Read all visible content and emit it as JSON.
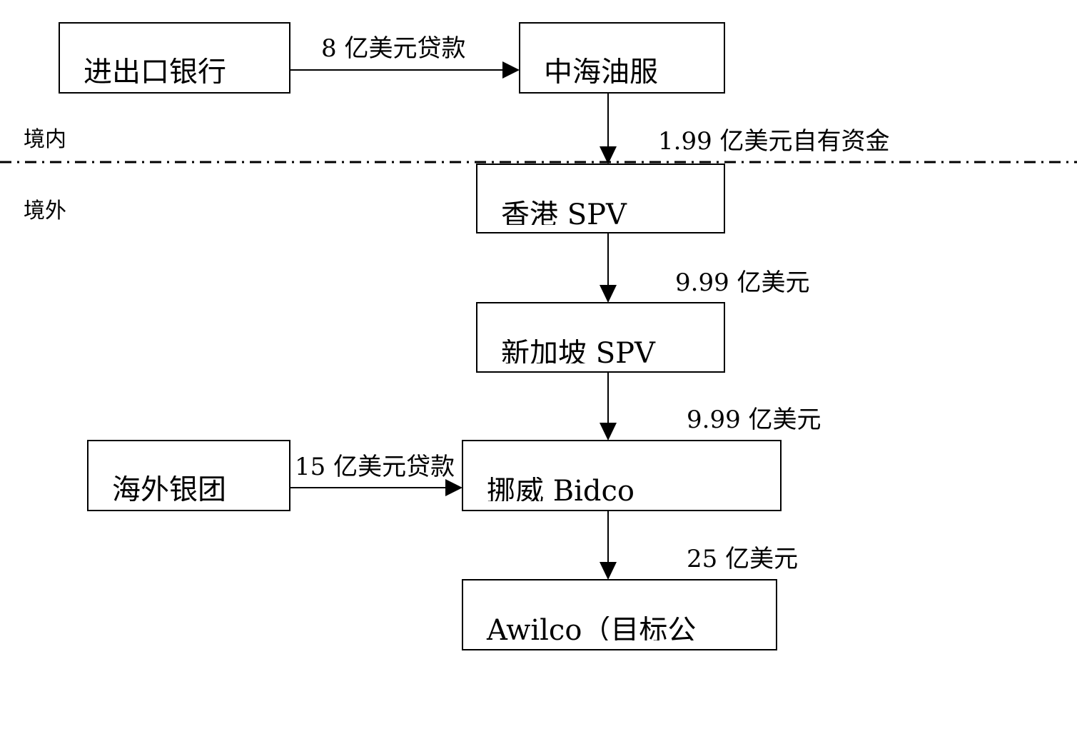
{
  "zones": {
    "domestic": "境内",
    "overseas": "境外"
  },
  "nodes": {
    "exim_bank": "进出口银行",
    "cosl": "中海油服",
    "hk_spv": "香港 SPV",
    "sg_spv": "新加坡 SPV",
    "overseas_syndicate": "海外银团",
    "norway_bidco": "挪威 Bidco",
    "awilco": "Awilco（目标公"
  },
  "flows": {
    "exim_to_cosl": "8 亿美元贷款",
    "cosl_to_hk": "1.99 亿美元自有资金",
    "hk_to_sg": "9.99 亿美元",
    "sg_to_bidco": "9.99 亿美元",
    "syndicate_to_bidco": "15 亿美元贷款",
    "bidco_to_awilco": "25 亿美元"
  }
}
